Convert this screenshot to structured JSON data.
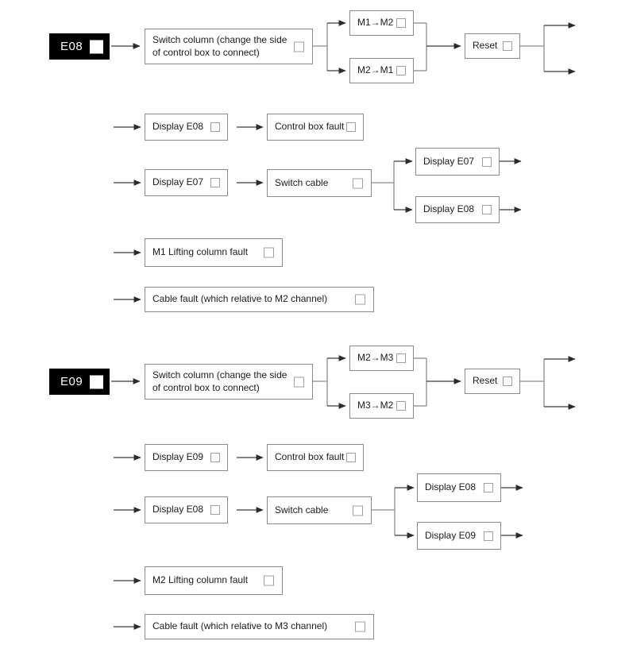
{
  "colors": {
    "box_border": "#8a8a8a",
    "line": "#8c8c8c",
    "arrow": "#3a3a3a",
    "tag_background": "#000000",
    "tag_text": "#ffffff"
  },
  "sections": [
    {
      "tag": "E08",
      "switch_column": "Switch column (change the side of control box to connect)",
      "swap_top": "M1→M2",
      "swap_bottom": "M2→M1",
      "reset": "Reset",
      "row1_left": "Display E08",
      "row1_right": "Control box fault",
      "row2_left": "Display E07",
      "row2_mid": "Switch cable",
      "branch_top": "Display E07",
      "branch_bottom": "Display E08",
      "lifting_fault": "M1 Lifting column fault",
      "cable_fault": "Cable fault (which relative to M2 channel)"
    },
    {
      "tag": "E09",
      "switch_column": "Switch column (change the side of control box to connect)",
      "swap_top": "M2→M3",
      "swap_bottom": "M3→M2",
      "reset": "Reset",
      "row1_left": "Display E09",
      "row1_right": "Control box fault",
      "row2_left": "Display E08",
      "row2_mid": "Switch cable",
      "branch_top": "Display E08",
      "branch_bottom": "Display E09",
      "lifting_fault": "M2 Lifting column fault",
      "cable_fault": "Cable fault (which relative to M3 channel)"
    }
  ]
}
